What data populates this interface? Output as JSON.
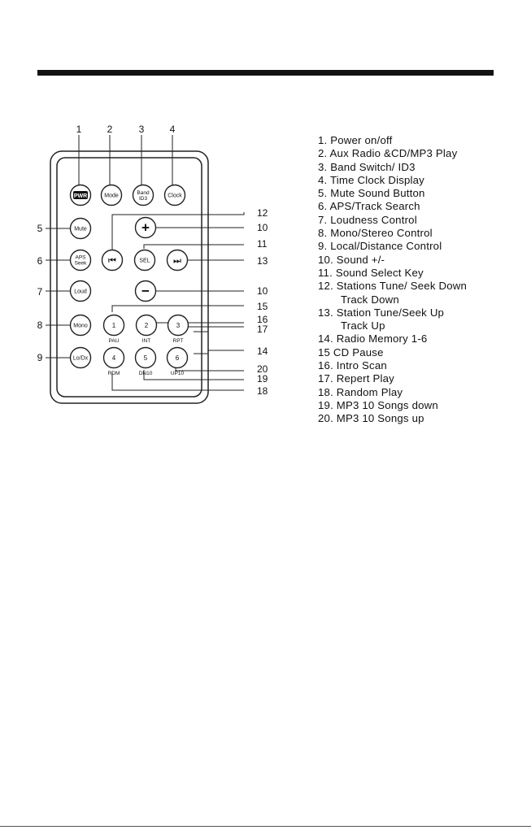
{
  "remote": {
    "buttons": {
      "pwr": "PWR",
      "mode": "Mode",
      "band_line1": "Band",
      "band_line2": "ID3",
      "clock": "Clock",
      "mute": "Mute",
      "aps_line1": "APS",
      "aps_line2": "Seek",
      "loud": "Loud",
      "mono": "Mono",
      "lodx": "Lo/Dx",
      "sel": "SEL",
      "vol_up": "+",
      "vol_down": "−",
      "seek_down": "⏮",
      "seek_up": "⏭",
      "num1": "1",
      "num2": "2",
      "num3": "3",
      "num4": "4",
      "num5": "5",
      "num6": "6"
    },
    "sublabels": {
      "pau": "PAU",
      "int": "INT",
      "rpt": "RPT",
      "rdm": "RDM",
      "dn10": "DN10",
      "up10": "UP10"
    },
    "callouts": {
      "c1": "1",
      "c2": "2",
      "c3": "3",
      "c4": "4",
      "c5": "5",
      "c6": "6",
      "c7": "7",
      "c8": "8",
      "c9": "9",
      "c10a": "10",
      "c10b": "10",
      "c11": "11",
      "c12": "12",
      "c13": "13",
      "c14": "14",
      "c15": "15",
      "c16": "16",
      "c17": "17",
      "c18": "18",
      "c19": "19",
      "c20": "20"
    }
  },
  "legend": [
    "1.    Power on/off",
    "2.    Aux Radio &CD/MP3 Play",
    "3.    Band Switch/ ID3",
    "4.    Time Clock Display",
    "5.    Mute Sound Button",
    "6.    APS/Track Search",
    "7.    Loudness Control",
    "8.    Mono/Stereo Control",
    "9.    Local/Distance Control",
    "10.  Sound +/-",
    "11.  Sound Select Key",
    "12.  Stations Tune/ Seek Down",
    "Track Down",
    "13.  Station  Tune/Seek Up",
    "Track Up",
    "14.  Radio Memory 1-6",
    "15   CD Pause",
    "16.  Intro Scan",
    "17.  Repert Play",
    "18.  Random Play",
    "19.  MP3 10 Songs down",
    "20.  MP3 10 Songs up"
  ]
}
